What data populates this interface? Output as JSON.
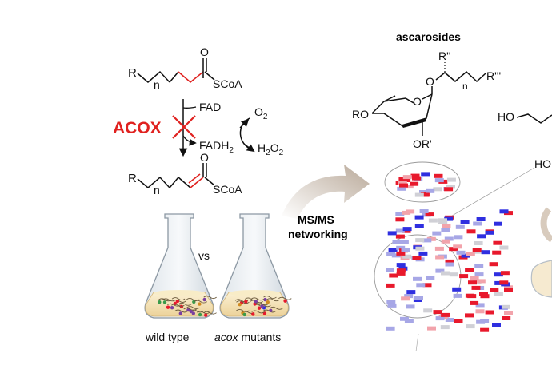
{
  "scheme": {
    "top_molecule": {
      "r": "R",
      "n": "n",
      "o": "O",
      "scoa": "SCoA"
    },
    "bottom_molecule": {
      "r": "R",
      "n": "n",
      "o": "O",
      "scoa": "SCoA"
    },
    "enzyme": "ACOX",
    "fad": "FAD",
    "fadh2_base": "FADH",
    "fadh2_sub": "2",
    "o2_base": "O",
    "o2_sub": "2",
    "h2o2_a": "H",
    "h2o2_a_sub": "2",
    "h2o2_b": "O",
    "h2o2_b_sub": "2",
    "cross_color": "#e0211f",
    "acox_color": "#e0211f",
    "highlight_bond_color": "#e0211f"
  },
  "flasks": {
    "vs": "vs",
    "left_label": "wild type",
    "right_label_italic": "acox",
    "right_label_rest": " mutants"
  },
  "arrow_label": {
    "line1": "MS/MS",
    "line2": "networking",
    "color": "#8b5a2b"
  },
  "ascarosides": {
    "title": "ascarosides",
    "ro": "RO",
    "ring_o": "O",
    "anomeric_o": "O",
    "r_double": "R''",
    "r_triple": "R'''",
    "n": "n",
    "or_prime": "OR'"
  },
  "right_partial": {
    "ho_top": "HO",
    "ho_mid": "HO"
  },
  "colors": {
    "node_red": "#e8192c",
    "node_blue": "#2f2fe0",
    "node_lavender": "#a7a7e6",
    "node_pink": "#f2a3ab",
    "node_grey": "#d0d0d6"
  }
}
